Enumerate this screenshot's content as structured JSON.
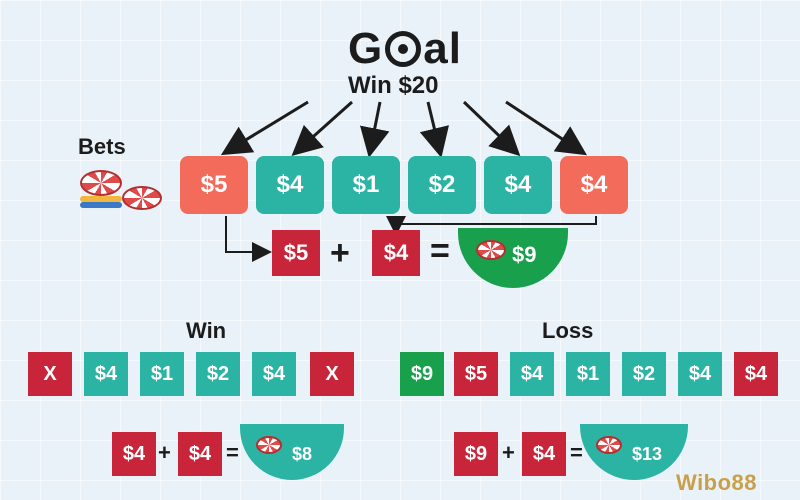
{
  "header": {
    "title_left": "G",
    "title_right": "al",
    "subtitle": "Win $20"
  },
  "bets": {
    "label": "Bets",
    "values": [
      "$5",
      "$4",
      "$1",
      "$2",
      "$4",
      "$4"
    ]
  },
  "first_combo": {
    "left": "$5",
    "plus": "+",
    "right": "$4",
    "equals": "=",
    "result": "$9"
  },
  "win": {
    "label": "Win",
    "row": [
      "X",
      "$4",
      "$1",
      "$2",
      "$4",
      "X"
    ],
    "combo": {
      "left": "$4",
      "plus": "+",
      "right": "$4",
      "equals": "=",
      "result": "$8"
    }
  },
  "loss": {
    "label": "Loss",
    "row": [
      "$9",
      "$5",
      "$4",
      "$1",
      "$2",
      "$4",
      "$4"
    ],
    "combo": {
      "left": "$9",
      "plus": "+",
      "right": "$4",
      "equals": "=",
      "result": "$13"
    }
  },
  "brand": {
    "text": "Wibo88"
  },
  "colors": {
    "red": "#c8253a",
    "coral": "#f26b5b",
    "teal": "#2bb3a3",
    "green": "#18a04d"
  },
  "icons": [
    "target-icon",
    "poker-chips-icon",
    "arrow-icon"
  ]
}
